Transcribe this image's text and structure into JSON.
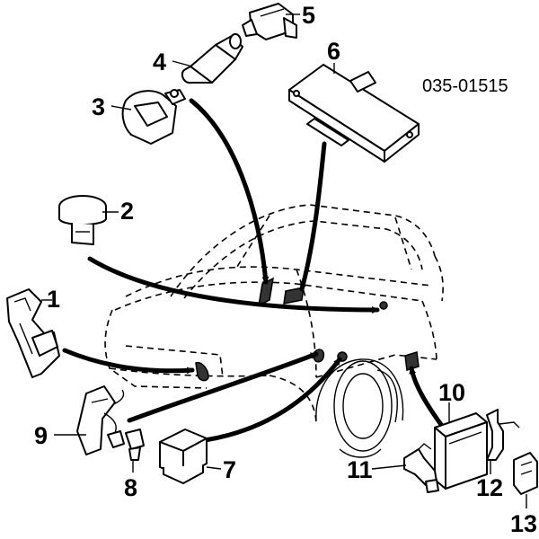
{
  "diagram": {
    "code": "035-01515",
    "callouts": [
      {
        "id": "1",
        "label": "1"
      },
      {
        "id": "2",
        "label": "2"
      },
      {
        "id": "3",
        "label": "3"
      },
      {
        "id": "4",
        "label": "4"
      },
      {
        "id": "5",
        "label": "5"
      },
      {
        "id": "6",
        "label": "6"
      },
      {
        "id": "7",
        "label": "7"
      },
      {
        "id": "8",
        "label": "8"
      },
      {
        "id": "9",
        "label": "9"
      },
      {
        "id": "10",
        "label": "10"
      },
      {
        "id": "11",
        "label": "11"
      },
      {
        "id": "12",
        "label": "12"
      },
      {
        "id": "13",
        "label": "13"
      }
    ]
  }
}
